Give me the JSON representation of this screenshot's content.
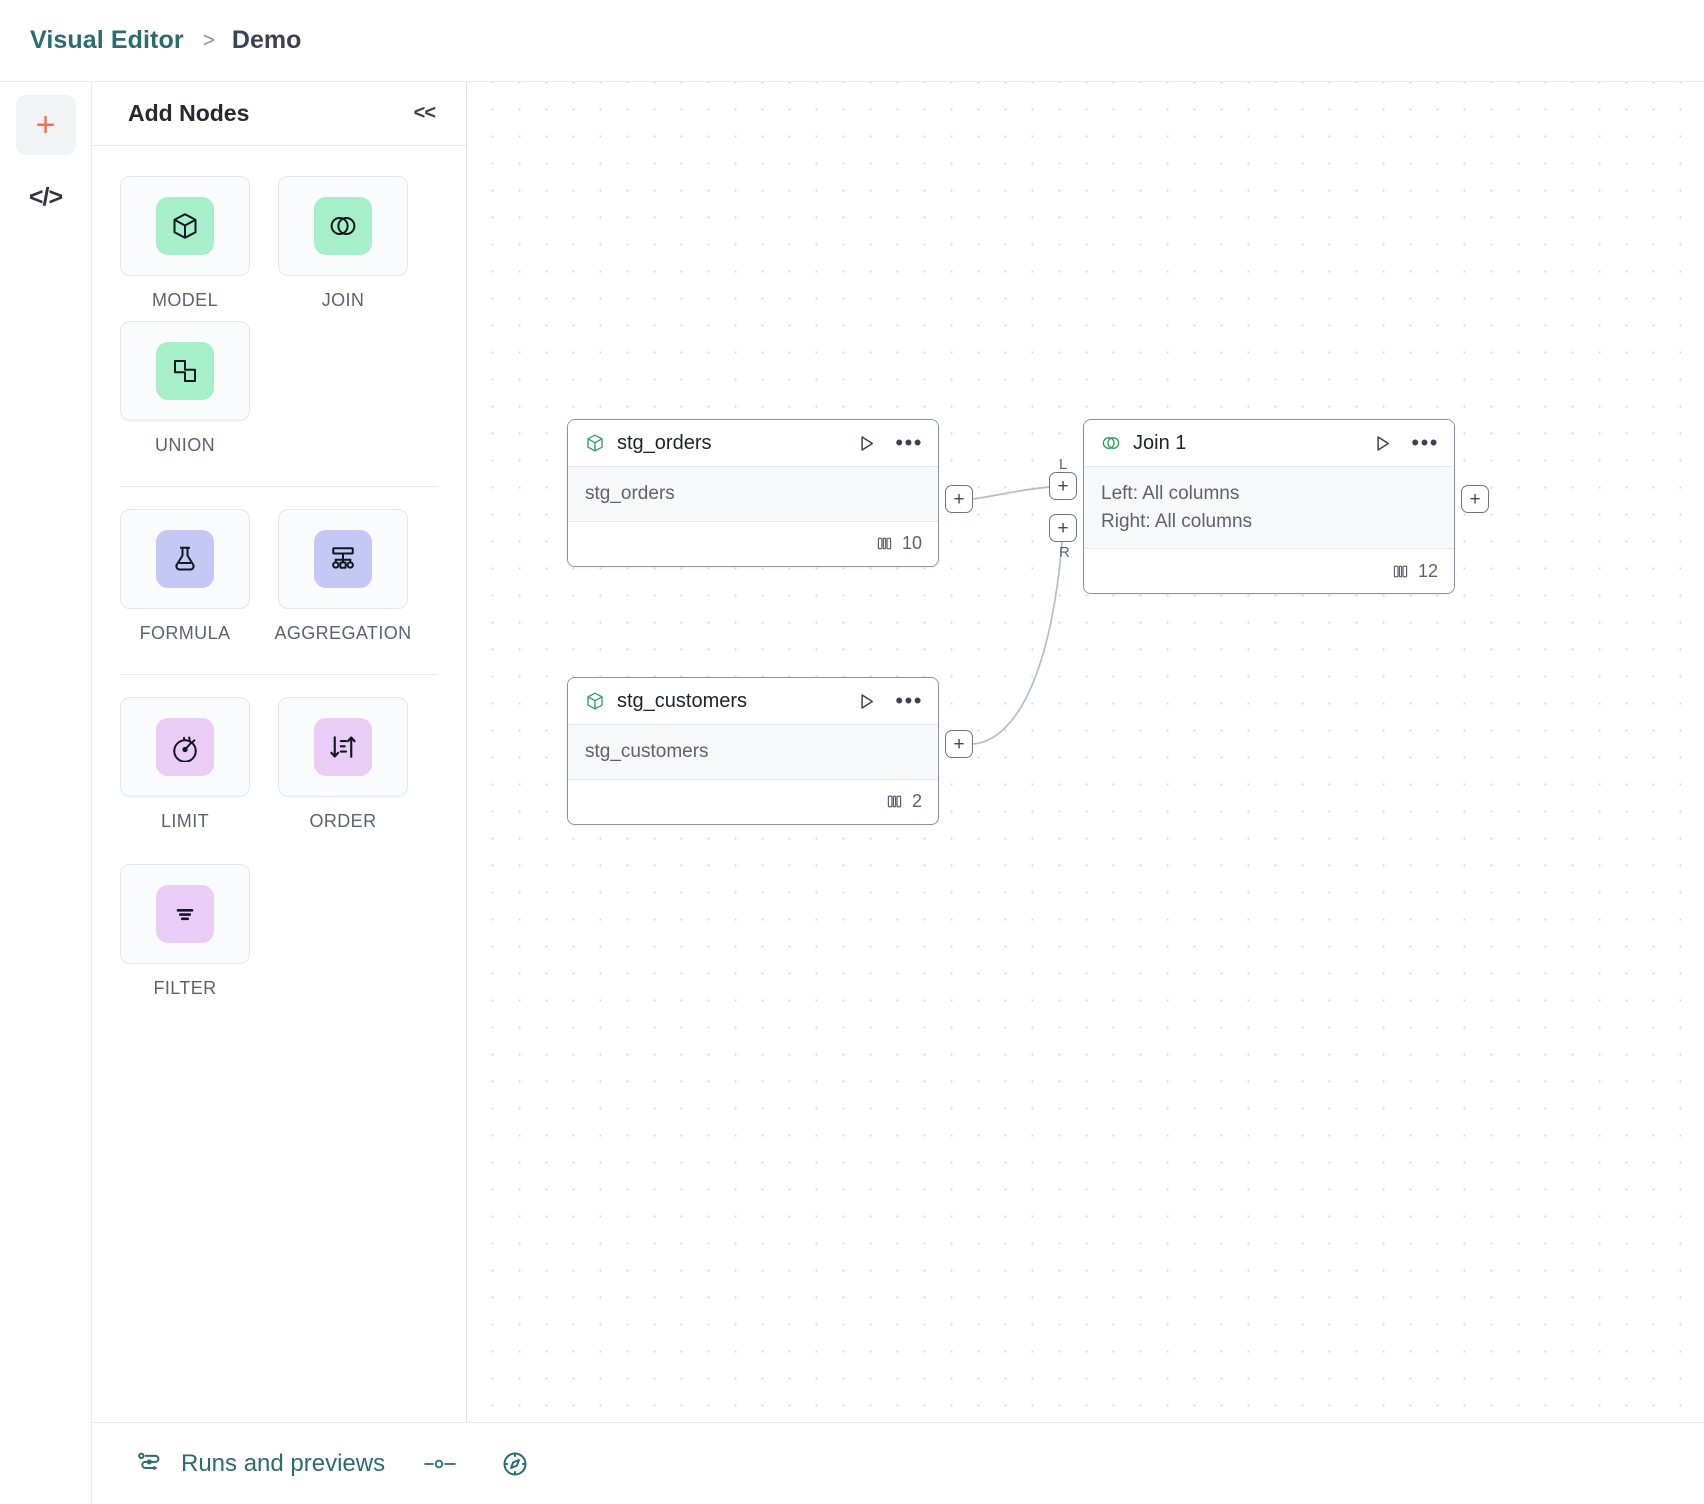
{
  "header": {
    "breadcrumb_root": "Visual Editor",
    "breadcrumb_separator": ">",
    "breadcrumb_current": "Demo"
  },
  "rail": {
    "add_icon": "plus-icon",
    "code_icon": "code-icon",
    "accent_color": "#f2714d"
  },
  "panel": {
    "title": "Add Nodes",
    "collapse_label": "<<",
    "groups": [
      {
        "items": [
          {
            "label": "MODEL",
            "icon": "cube-icon",
            "tint": "#a7efc8"
          },
          {
            "label": "JOIN",
            "icon": "venn-circles-icon",
            "tint": "#a7efc8"
          },
          {
            "label": "UNION",
            "icon": "union-shapes-icon",
            "tint": "#a7efc8"
          }
        ]
      },
      {
        "items": [
          {
            "label": "FORMULA",
            "icon": "flask-icon",
            "tint": "#c3c8f5"
          },
          {
            "label": "AGGREGATION",
            "icon": "hierarchy-icon",
            "tint": "#c3c8f5"
          }
        ]
      },
      {
        "items": [
          {
            "label": "LIMIT",
            "icon": "gauge-icon",
            "tint": "#e9cdf7"
          },
          {
            "label": "ORDER",
            "icon": "sort-icon",
            "tint": "#e9cdf7"
          },
          {
            "label": "FILTER",
            "icon": "filter-icon",
            "tint": "#e9cdf7"
          }
        ]
      }
    ]
  },
  "canvas": {
    "nodes": [
      {
        "id": "stg_orders",
        "title": "stg_orders",
        "icon": "cube-icon",
        "rows": [
          "stg_orders"
        ],
        "column_count": "10",
        "run_icon": "play-icon",
        "menu_icon": "more-options-icon",
        "columns_icon": "columns-icon"
      },
      {
        "id": "stg_customers",
        "title": "stg_customers",
        "icon": "cube-icon",
        "rows": [
          "stg_customers"
        ],
        "column_count": "2",
        "run_icon": "play-icon",
        "menu_icon": "more-options-icon",
        "columns_icon": "columns-icon"
      },
      {
        "id": "join_1",
        "title": "Join 1",
        "icon": "venn-circles-icon",
        "rows": [
          "Left: All columns",
          "Right: All columns"
        ],
        "column_count": "12",
        "run_icon": "play-icon",
        "menu_icon": "more-options-icon",
        "columns_icon": "columns-icon"
      }
    ],
    "handles": {
      "plus": "+",
      "left_tag": "L",
      "right_tag": "R"
    }
  },
  "footer": {
    "runs_label": "Runs and previews",
    "runs_icon": "pipeline-icon",
    "slider_icon": "slider-icon",
    "compass_icon": "compass-icon",
    "accent_color": "#2c6b6f"
  }
}
